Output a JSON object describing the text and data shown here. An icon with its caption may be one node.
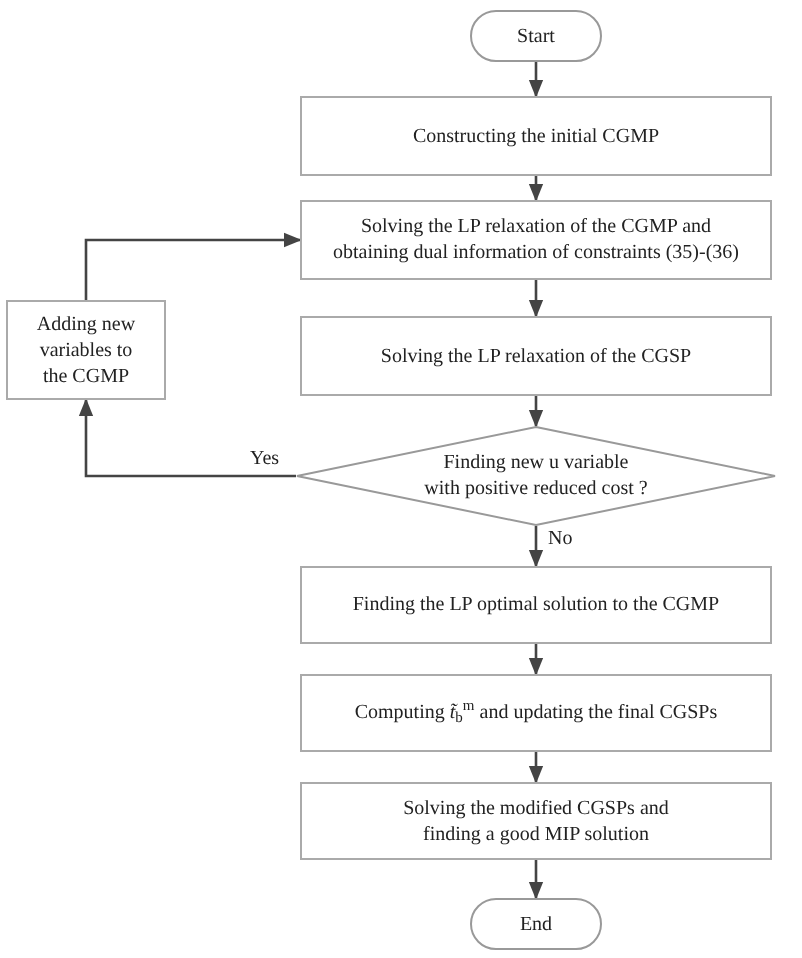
{
  "diagram": {
    "nodes": [
      {
        "text": [
          "Start"
        ]
      },
      {
        "text": [
          "Constructing the initial CGMP"
        ]
      },
      {
        "text": [
          "Solving the LP relaxation of the CGMP and obtaining dual information of constraints (35)-(36)"
        ]
      },
      {
        "text": [
          "Solving the LP relaxation of the CGSP"
        ]
      },
      {
        "text": [
          "Finding new u variable with positive reduced cost ?"
        ]
      },
      {
        "text": [
          "Adding new variables to the CGMP"
        ]
      },
      {
        "text": [
          "Finding the LP optimal solution to the CGMP"
        ]
      },
      {
        "text": [
          "Computing *t̃*$_{b}$$^{m}$ and updating the final CGSPs"
        ]
      },
      {
        "text": [
          "Solving the modified CGSPs and finding a good MIP solution"
        ]
      },
      {
        "text": [
          "End"
        ]
      }
    ],
    "edges": [
      {
        "from": 0,
        "to": 1,
        "arrow": "to"
      },
      {
        "from": 1,
        "to": 2,
        "arrow": "to"
      },
      {
        "from": 2,
        "to": 3,
        "arrow": "to"
      },
      {
        "from": 3,
        "to": 4,
        "arrow": "to"
      },
      {
        "from": 4,
        "to": 5,
        "arrow": "to",
        "label": "Yes"
      },
      {
        "from": 5,
        "to": 2,
        "arrow": "to"
      },
      {
        "from": 4,
        "to": 6,
        "arrow": "to",
        "label": "No"
      },
      {
        "from": 6,
        "to": 7,
        "arrow": "to"
      },
      {
        "from": 7,
        "to": 8,
        "arrow": "to"
      },
      {
        "from": 8,
        "to": 9,
        "arrow": "to"
      }
    ]
  }
}
